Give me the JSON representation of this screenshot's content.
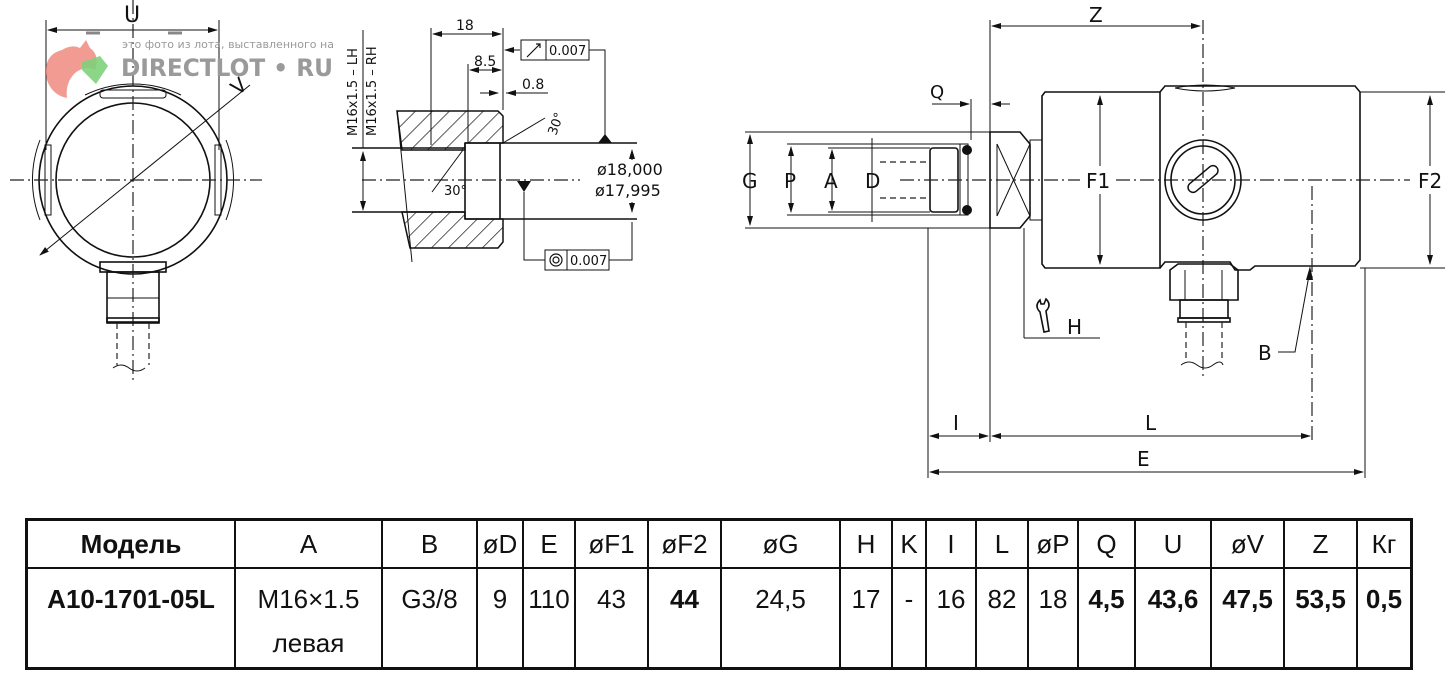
{
  "watermark": {
    "caption": "это фото из лота, выставленного на",
    "brand": "DIRECTLOT • RU",
    "logo_color": "#f08a80",
    "gem_color": "#7fd27a"
  },
  "front_view": {
    "labels": {
      "U": "U",
      "V": "V"
    }
  },
  "section_view": {
    "thread_lh": "M16x1.5 – LH",
    "thread_rh": "M16x1.5 – RH",
    "dim_18": "18",
    "dim_8_5": "8.5",
    "dim_0_8": "0.8",
    "angle_top": "30°",
    "angle_bottom": "30°",
    "runout_tol": "0.007",
    "concentricity_tol": "0.007",
    "dia_max": "ø18,000",
    "dia_min": "ø17,995"
  },
  "side_view": {
    "labels": {
      "Z": "Z",
      "Q": "Q",
      "G": "G",
      "P": "P",
      "A": "A",
      "D": "D",
      "F1": "F1",
      "F2": "F2",
      "H": "H",
      "B": "B",
      "I": "I",
      "L": "L",
      "E": "E"
    }
  },
  "spec_table": {
    "headers": [
      "Модель",
      "A",
      "B",
      "øD",
      "E",
      "øF1",
      "øF2",
      "øG",
      "H",
      "K",
      "I",
      "L",
      "øP",
      "Q",
      "U",
      "øV",
      "Z",
      "Кг"
    ],
    "row": {
      "model": "A10-1701-05L",
      "A_line1": "M16×1.5",
      "A_line2": "левая",
      "B": "G3/8",
      "D": "9",
      "E": "110",
      "F1": "43",
      "F2": "44",
      "G": "24,5",
      "H": "17",
      "K": "-",
      "I": "16",
      "L": "82",
      "P": "18",
      "Q": "4,5",
      "U": "43,6",
      "V": "47,5",
      "Z": "53,5",
      "kg": "0,5"
    }
  }
}
